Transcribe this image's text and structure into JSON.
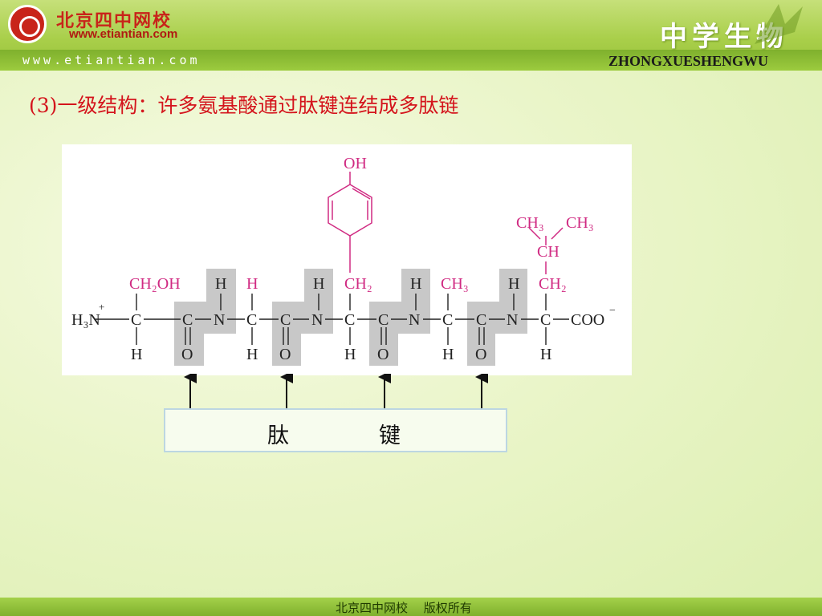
{
  "header": {
    "logo_cn": "北京四中网校",
    "logo_url": "www.etiantian.com",
    "strip_url": "www.etiantian.com",
    "subject_cn": "中学生物",
    "subject_pinyin": "ZHONGXUESHENGWU"
  },
  "title": "(3)一级结构：许多氨基酸通过肽键连结成多肽链",
  "diagram": {
    "side_chain_labels": {
      "ch2oh": "CH₂OH",
      "h": "H",
      "oh": "OH",
      "ch2_tyr": "CH₂",
      "ch3": "CH₃",
      "ch3_a": "CH₃",
      "ch3_b": "CH₃",
      "ch": "CH",
      "ch2_leu": "CH₂"
    },
    "backbone": {
      "h3n": "H₃N",
      "plus": "+",
      "c": "C",
      "n": "N",
      "h": "H",
      "o": "O",
      "coo": "COO",
      "minus": "−"
    }
  },
  "box": {
    "label_left": "肽",
    "label_right": "键"
  },
  "footer": {
    "text": "北京四中网校　 版权所有"
  },
  "colors": {
    "title_red": "#d4141c",
    "side_chain_magenta": "#d02a82",
    "highlight_gray": "#c8c8c8",
    "header_green": "#a9cf4a"
  }
}
